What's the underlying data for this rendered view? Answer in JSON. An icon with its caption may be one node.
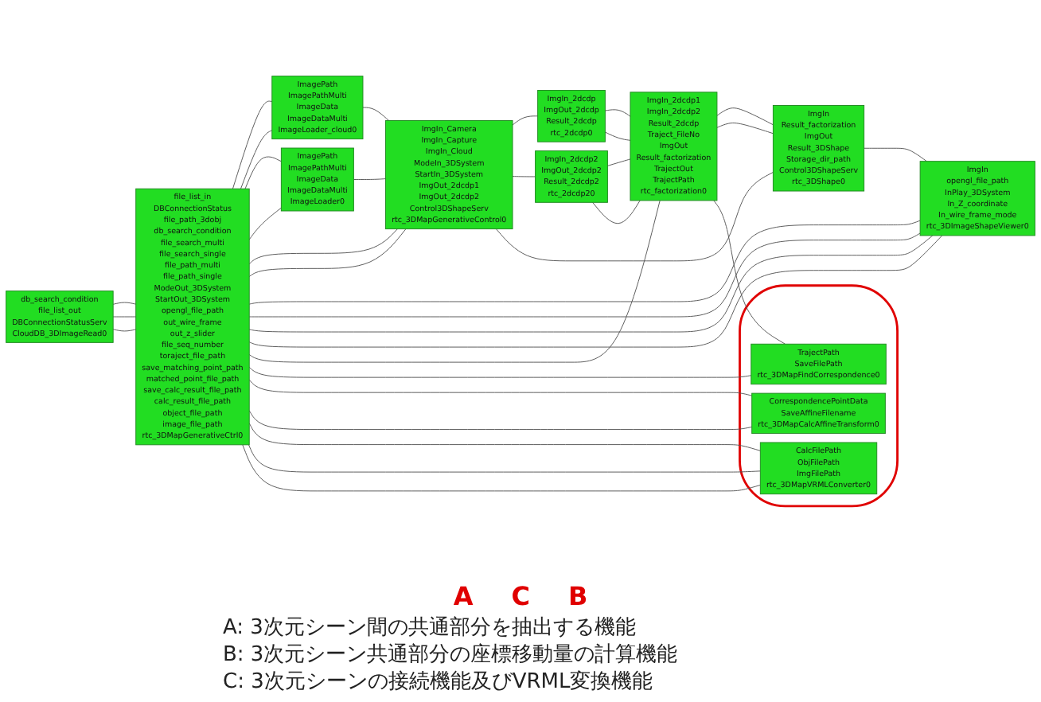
{
  "diagram": {
    "nodes": [
      {
        "text": [
          "db_search_condition",
          "file_list_out",
          "DBConnectionStatusServ",
          "CloudDB_3DImageRead0"
        ]
      },
      {
        "text": [
          "ImagePath",
          "ImagePathMulti",
          "ImageData",
          "ImageDataMulti",
          "ImageLoader_cloud0"
        ]
      },
      {
        "text": [
          "ImagePath",
          "ImagePathMulti",
          "ImageData",
          "ImageDataMulti",
          "ImageLoader0"
        ]
      },
      {
        "text": [
          "ImgIn_2dcdp",
          "ImgOut_2dcdp",
          "Result_2dcdp",
          "rtc_2dcdp0"
        ]
      },
      {
        "text": [
          "ImgIn_2dcdp2",
          "ImgOut_2dcdp2",
          "Result_2dcdp2",
          "rtc_2dcdp20"
        ]
      },
      {
        "text": [
          "ImgIn_2dcdp1",
          "ImgIn_2dcdp2",
          "Result_2dcdp",
          "Traject_FileNo",
          "ImgOut",
          "Result_factorization",
          "TrajectOut",
          "TrajectPath",
          "rtc_factorization0"
        ]
      },
      {
        "text": [
          "file_list_in",
          "DBConnectionStatus",
          "file_path_3dobj",
          "db_search_condition",
          "file_search_multi",
          "file_search_single",
          "file_path_multi",
          "file_path_single",
          "ModeOut_3DSystem",
          "StartOut_3DSystem",
          "opengl_file_path",
          "out_wire_frame",
          "out_z_slider",
          "file_seq_number",
          "toraject_file_path",
          "save_matching_point_path",
          "matched_point_file_path",
          "save_calc_result_file_path",
          "calc_result_file_path",
          "object_file_path",
          "image_file_path",
          "rtc_3DMapGenerativeCtrl0"
        ]
      },
      {
        "text": [
          "ImgIn_Camera",
          "ImgIn_Capture",
          "ImgIn_Cloud",
          "ModeIn_3DSystem",
          "StartIn_3DSystem",
          "ImgOut_2dcdp1",
          "ImgOut_2dcdp2",
          "Control3DShapeServ",
          "rtc_3DMapGenerativeControl0"
        ]
      },
      {
        "text": [
          "ImgIn",
          "Result_factorization",
          "ImgOut",
          "Result_3DShape",
          "Storage_dir_path",
          "Control3DShapeServ",
          "rtc_3DShape0"
        ]
      },
      {
        "text": [
          "ImgIn",
          "opengl_file_path",
          "InPlay_3DSystem",
          "In_Z_coordinate",
          "In_wire_frame_mode",
          "rtc_3DImageShapeViewer0"
        ]
      },
      {
        "text": [],
        "shape": "ellipse"
      },
      {
        "text": [
          "TrajectPath",
          "SaveFilePath",
          "rtc_3DMapFindCorrespondence0"
        ],
        "in": 10
      },
      {
        "text": [
          "CorrespondencePointData",
          "SaveAffineFilename",
          "rtc_3DMapCalcAffineTransform0"
        ],
        "in": 10
      },
      {
        "text": [
          "CalcFilePath",
          "ObjFilePath",
          "ImgFilePath",
          "rtc_3DMapVRMLConverter0"
        ],
        "in": 10
      }
    ],
    "edges": [
      {
        "from": 6,
        "to": 0,
        "arrow": "none"
      },
      {
        "from": 0,
        "to": 6,
        "arrow": "none"
      },
      {
        "from": 0,
        "to": 6,
        "arrow": "none"
      },
      {
        "from": 6,
        "to": 1,
        "arrow": "none"
      },
      {
        "from": 6,
        "to": 1,
        "arrow": "none"
      },
      {
        "from": 6,
        "to": 2,
        "arrow": "none"
      },
      {
        "from": 6,
        "to": 2,
        "arrow": "none"
      },
      {
        "from": 1,
        "to": 7,
        "arrow": "none"
      },
      {
        "from": 2,
        "to": 7,
        "arrow": "none"
      },
      {
        "from": 6,
        "to": 7,
        "arrow": "none"
      },
      {
        "from": 6,
        "to": 7,
        "arrow": "none"
      },
      {
        "from": 7,
        "to": 3,
        "arrow": "none"
      },
      {
        "from": 7,
        "to": 4,
        "arrow": "none"
      },
      {
        "from": 7,
        "to": 8,
        "arrow": "none"
      },
      {
        "from": 3,
        "to": 5,
        "arrow": "none"
      },
      {
        "from": 3,
        "to": 5,
        "arrow": "none"
      },
      {
        "from": 4,
        "to": 5,
        "arrow": "none"
      },
      {
        "from": 4,
        "to": 5,
        "arrow": "none"
      },
      {
        "from": 5,
        "to": 8,
        "arrow": "none"
      },
      {
        "from": 5,
        "to": 8,
        "arrow": "none"
      },
      {
        "from": 8,
        "to": 9,
        "arrow": "none"
      },
      {
        "from": 6,
        "to": 9,
        "arrow": "none"
      },
      {
        "from": 6,
        "to": 9,
        "arrow": "none"
      },
      {
        "from": 6,
        "to": 9,
        "arrow": "none"
      },
      {
        "from": 6,
        "to": 9,
        "arrow": "none"
      },
      {
        "from": 6,
        "to": 5,
        "arrow": "none"
      },
      {
        "from": 5,
        "to": 11,
        "arrow": "none"
      },
      {
        "from": 6,
        "to": 11,
        "arrow": "none"
      },
      {
        "from": 6,
        "to": 12,
        "arrow": "none"
      },
      {
        "from": 6,
        "to": 12,
        "arrow": "none"
      },
      {
        "from": 6,
        "to": 13,
        "arrow": "none"
      },
      {
        "from": 6,
        "to": 13,
        "arrow": "none"
      },
      {
        "from": 6,
        "to": 13,
        "arrow": "none"
      }
    ],
    "labels": [
      "A",
      "C",
      "B",
      "A: 3次元シーン間の共通部分を抽出する機能",
      "B: 3次元シーン共通部分の座標移動量の計算機能",
      "C: 3次元シーンの接続機能及びVRML変換機能"
    ]
  }
}
